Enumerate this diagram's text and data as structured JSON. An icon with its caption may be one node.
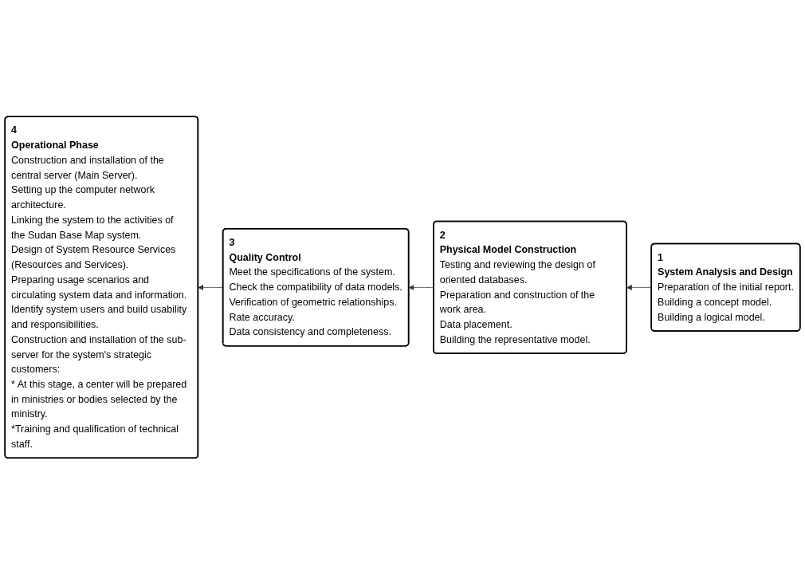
{
  "diagram": {
    "nodes": [
      {
        "text": [
          "1",
          "System Analysis and Design",
          "Preparation of the initial report.",
          "Building a concept model.",
          "Building a logical model."
        ]
      },
      {
        "text": [
          "2",
          "Physical Model Construction",
          "Testing and reviewing the design of oriented databases.",
          "Preparation and construction of the work area.",
          "Data placement.",
          "Building the representative model."
        ]
      },
      {
        "text": [
          "3",
          "Quality Control",
          "Meet the specifications of the system.",
          "Check the compatibility of data models.",
          "Verification of geometric relationships.",
          "Rate accuracy.",
          "Data consistency and completeness."
        ]
      },
      {
        "text": [
          "4",
          "Operational Phase",
          "Construction and installation of the central server (Main Server).",
          "Setting up the computer network architecture.",
          "Linking the system to the activities of the Sudan Base Map system.",
          "Design of System Resource Services (Resources and Services).",
          "Preparing usage scenarios and circulating system data and information.",
          "Identify system users and build usability and responsibilities.",
          "Construction and installation of the sub-server for the system's strategic customers:",
          "* At this stage, a center will be prepared in ministries or bodies selected by the ministry.",
          "*Training and qualification of technical staff."
        ]
      }
    ],
    "edges": [
      {
        "from": 0,
        "to": 1,
        "arrow": "to"
      },
      {
        "from": 1,
        "to": 2,
        "arrow": "to"
      },
      {
        "from": 2,
        "to": 3,
        "arrow": "to"
      }
    ]
  }
}
